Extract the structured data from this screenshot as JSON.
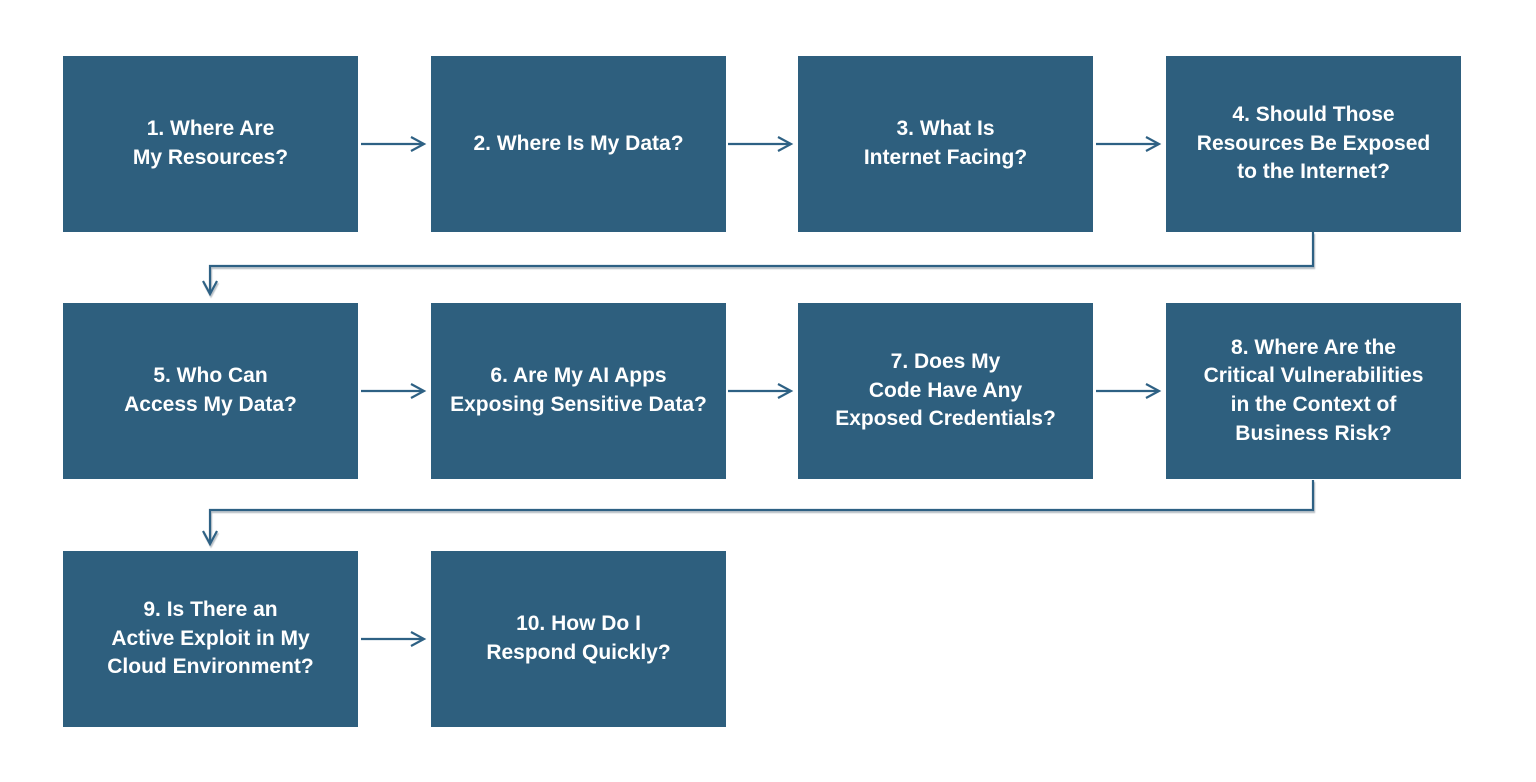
{
  "colors": {
    "box_fill": "#2E5F7E",
    "connector": "#2E6184",
    "text": "#FFFFFF",
    "background": "#FFFFFF"
  },
  "flow": {
    "type": "flowchart",
    "direction": "left-to-right, wrapping rows",
    "boxes": [
      {
        "step": 1,
        "label": "1. Where Are My Resources?"
      },
      {
        "step": 2,
        "label": "2. Where Is My Data?"
      },
      {
        "step": 3,
        "label": "3. What Is Internet Facing?"
      },
      {
        "step": 4,
        "label": "4. Should Those Resources Be Exposed to the Internet?"
      },
      {
        "step": 5,
        "label": "5. Who Can Access My Data?"
      },
      {
        "step": 6,
        "label": "6. Are My AI Apps Exposing Sensitive Data?"
      },
      {
        "step": 7,
        "label": "7. Does My Code Have Any Exposed Credentials?"
      },
      {
        "step": 8,
        "label": "8. Where Are the Critical Vulnerabilities in the Context of Business Risk?"
      },
      {
        "step": 9,
        "label": "9. Is There an Active Exploit in My Cloud Environment?"
      },
      {
        "step": 10,
        "label": "10. How Do I Respond Quickly?"
      }
    ],
    "connections": [
      "1→2",
      "2→3",
      "3→4",
      "4→5 (elbow wrap)",
      "5→6",
      "6→7",
      "7→8",
      "8→9 (elbow wrap)",
      "9→10"
    ]
  }
}
